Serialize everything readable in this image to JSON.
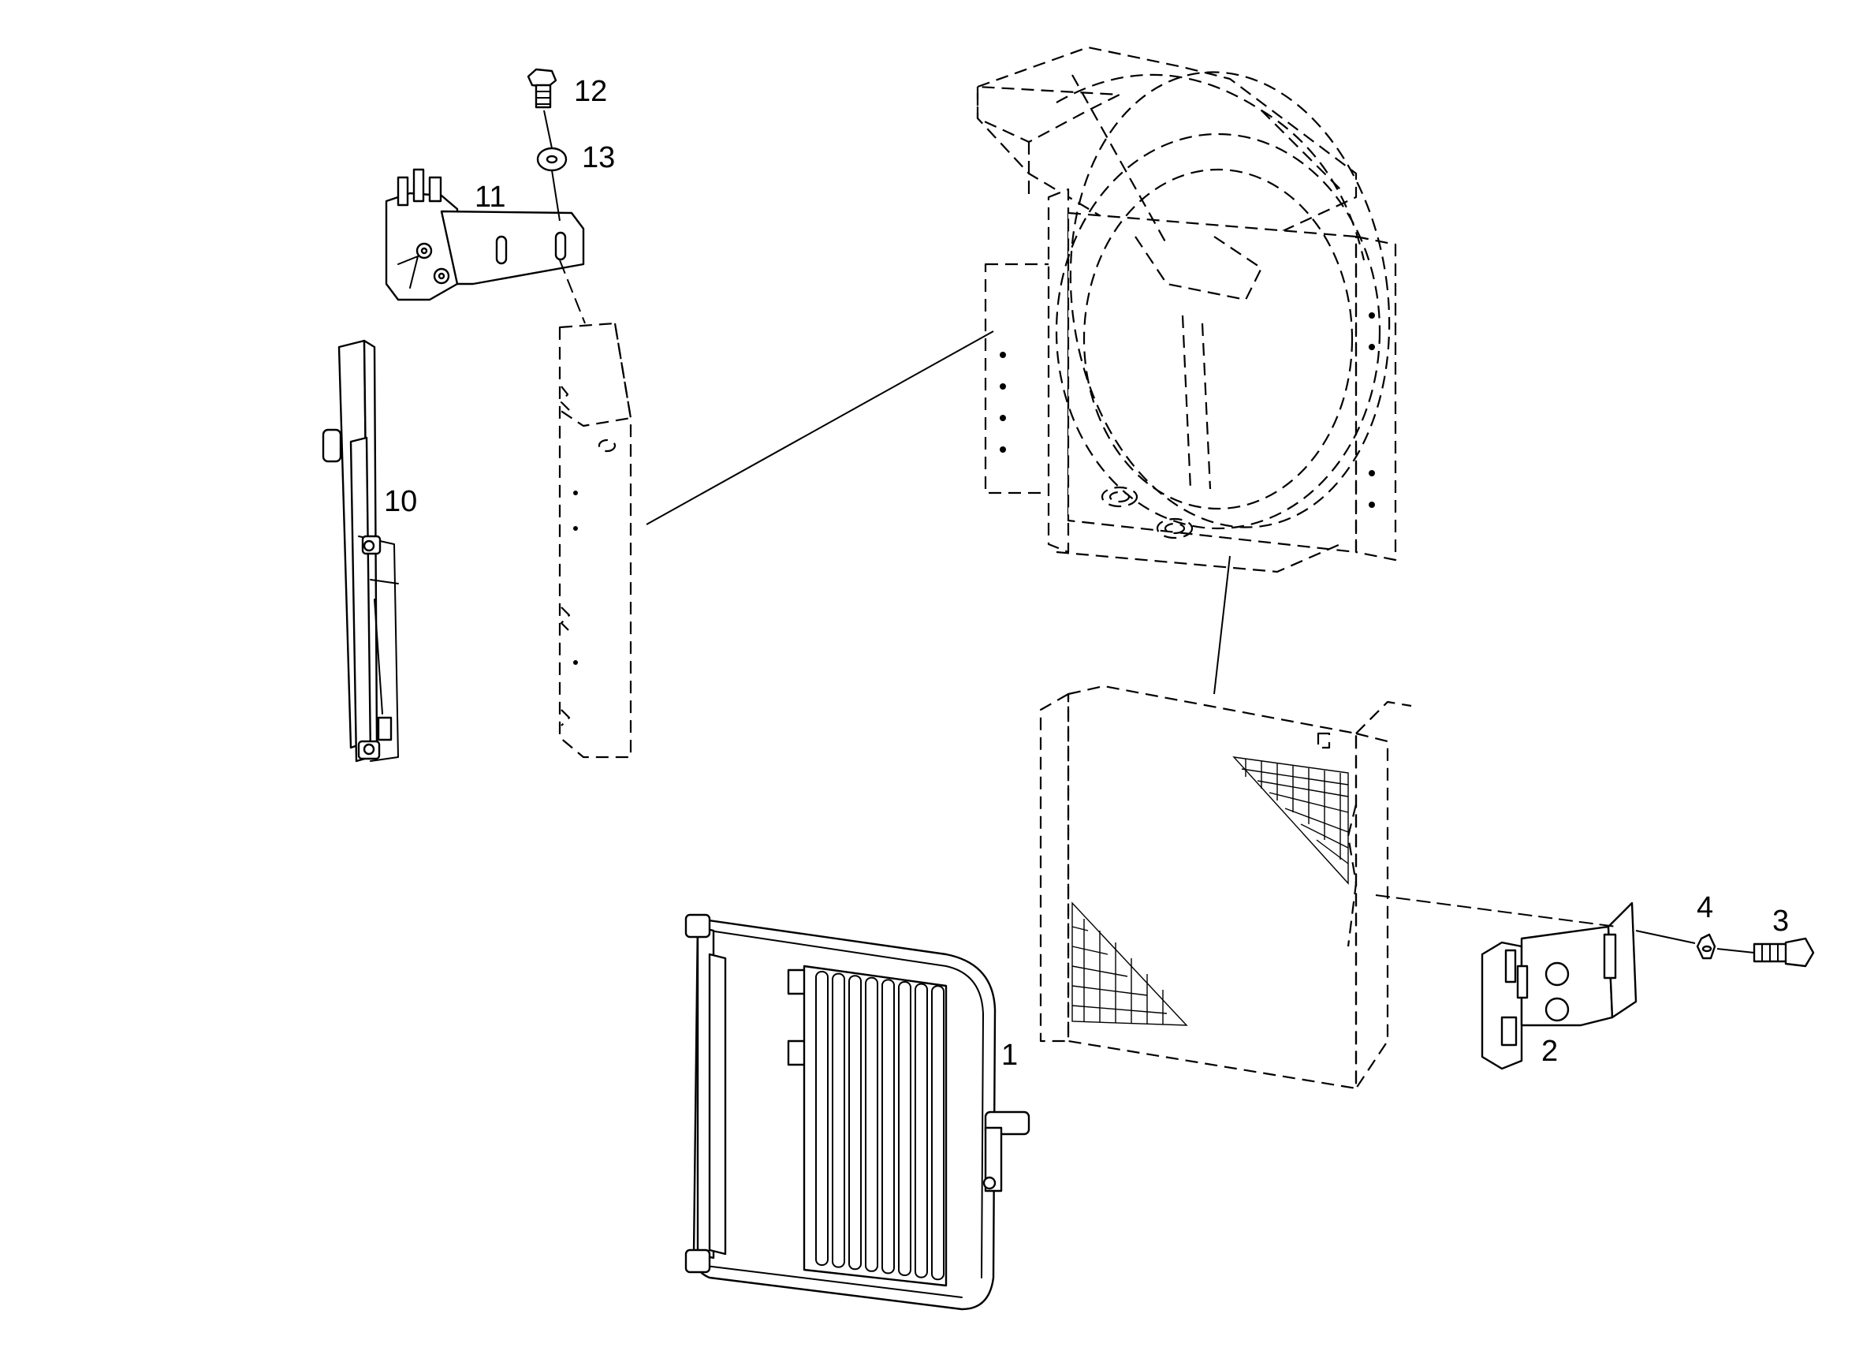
{
  "diagram": {
    "callouts": [
      {
        "id": "1",
        "text": "1"
      },
      {
        "id": "2",
        "text": "2"
      },
      {
        "id": "3",
        "text": "3"
      },
      {
        "id": "4",
        "text": "4"
      },
      {
        "id": "10",
        "text": "10"
      },
      {
        "id": "11",
        "text": "11"
      },
      {
        "id": "12",
        "text": "12"
      },
      {
        "id": "13",
        "text": "13"
      }
    ]
  }
}
